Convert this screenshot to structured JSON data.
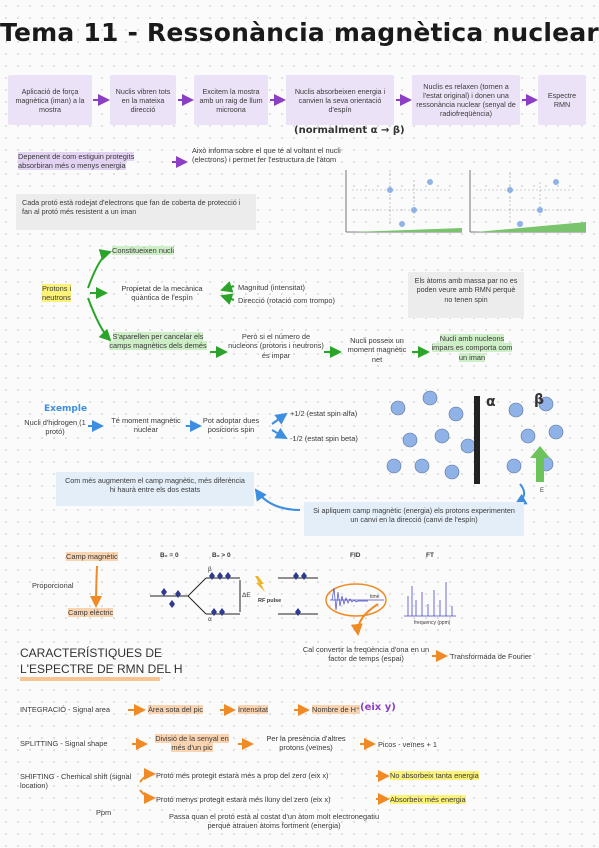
{
  "title": "Tema 11 - Ressonància magnètica nuclear",
  "flow": {
    "steps": [
      "Aplicació de força magnètica (iman) a la mostra",
      "Nuclis vibren tots en la mateixa direcció",
      "Excitem la mostra amb un raig de llum microona",
      "Nuclis absorbeixen energia i canvien la seva orientació d'espín",
      "Nuclis es relaxen (tornen a l'estat original) i donen una ressonància nuclear (senyal de radiofreqüència)",
      "Espectre RMN"
    ],
    "note": "(normalment α → β)"
  },
  "depend": {
    "text": "Depenent de com estiguin protegits absorbiran més o menys energia",
    "info": "Això informa sobre el que té al voltant el nucli (electrons) i permet fer l'estructura de l'àtom",
    "protect": "Cada protó està rodejat d'electrons que fan de coberta de protecció i fan al protó més resistent a un iman"
  },
  "protons": {
    "label": "Protons i neutrons",
    "b1": "Constitueixen nucli",
    "b2": "Propietat de la mecànica quàntica de l'espín",
    "b2a": "Magnitud (intensitat)",
    "b2b": "Direcció (rotació com trompo)",
    "b3": "S'aparellen per cancelar els camps magnètics dels demés",
    "b3a": "Però si el número de nucleons (protons i neutrons) és impar",
    "b3b": "Nucli posseix un moment magnètic net",
    "b3c": "Nucli amb nucleons impars es comporta com un iman",
    "note": "Els àtoms amb massa par no es poden veure amb RMN perquè no tenen spin"
  },
  "example": {
    "label": "Exemple",
    "nucleus": "Nucli d'hidrogen (1 protó)",
    "moment": "Té moment magnètic nuclear",
    "positions": "Pot adoptar dues posicions spin",
    "plus": "+1/2 (estat spin alfa)",
    "minus": "-1/2 (estat spin beta)",
    "alpha": "α",
    "beta": "β",
    "e": "E"
  },
  "field": {
    "left": "Com més augmentem el camp magnètic, més diferència hi haurà entre els dos estats",
    "right": "Si apliquem camp magnètic (energia) els protons experimenten un canvi en la direcció (canvi de l'espín)"
  },
  "diagram": {
    "camp_magnetic": "Camp magnètic",
    "proporcional": "Proporcional",
    "camp_electric": "Camp elèctric",
    "b0_zero": "B₀ = 0",
    "b0_pos": "B₀ > 0",
    "delta_e": "ΔE",
    "rf": "RF pulse",
    "fid": "FID",
    "ft": "FT",
    "time": "time",
    "freq": "frequency (ppm)",
    "alpha": "α",
    "beta": "β"
  },
  "convert": {
    "text": "Cal convertir la freqüència d'ona en un factor de temps (espai)",
    "fourier": "Transformada de Fourier"
  },
  "characteristics": {
    "heading1": "CARACTERÍSTIQUES DE",
    "heading2": "L'ESPECTRE DE RMN DEL H",
    "integracio": "INTEGRACIÓ - Signal area",
    "integ_a": "Àrea sota del pic",
    "integ_b": "Intensitat",
    "integ_c": "Nombre de H⁺",
    "integ_d": "(eix y)",
    "splitting": "SPLITTING - Signal shape",
    "split_a": "Divisió de la senyal en més d'un pic",
    "split_b": "Per la presència d'altres protons (veïnes)",
    "split_c": "Picos - veïnes + 1",
    "shifting": "SHIFTING - Chemical shift (signal location)",
    "ppm": "Ppm",
    "shift_a": "Protó més protegit estarà més a prop del zero (eix x)",
    "shift_a2": "No absorbeix tanta energia",
    "shift_b": "Protó menys protegit estarà més lluny del zero (eix x)",
    "shift_b2": "Absorbeix més energia",
    "shift_note": "Passa quan el protó està al costat d'un àtom molt electronegatiu perquè atrauen àtoms fortment (energia)"
  },
  "colors": {
    "purple": "#8c3fc4",
    "green": "#2aa52a",
    "blue": "#3c8ee0",
    "orange": "#f08a24"
  }
}
